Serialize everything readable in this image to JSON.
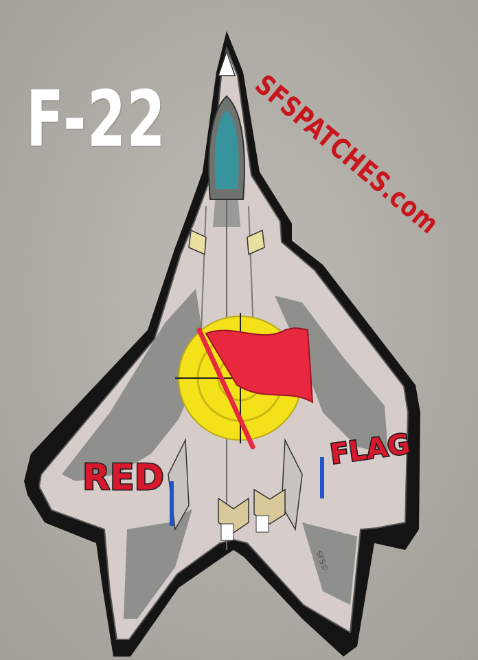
{
  "photo": {
    "aircraft_label": "F-22",
    "website": "SFSPATCHES.com"
  },
  "patch": {
    "word_left": "RED",
    "word_right": "FLAG",
    "maker_mark": "SFS©",
    "colors": {
      "border": "#141414",
      "airframe": "#d6cdca",
      "camo": "#8f8f8c",
      "target": "#f3e21a",
      "flag": "#e7283f",
      "canopy": "#2e9aa3",
      "text_red": "#d8192d",
      "text_outline": "#1a1a1a"
    },
    "icons": [
      "f22-jet-icon",
      "flag-icon",
      "crosshair-icon"
    ]
  }
}
